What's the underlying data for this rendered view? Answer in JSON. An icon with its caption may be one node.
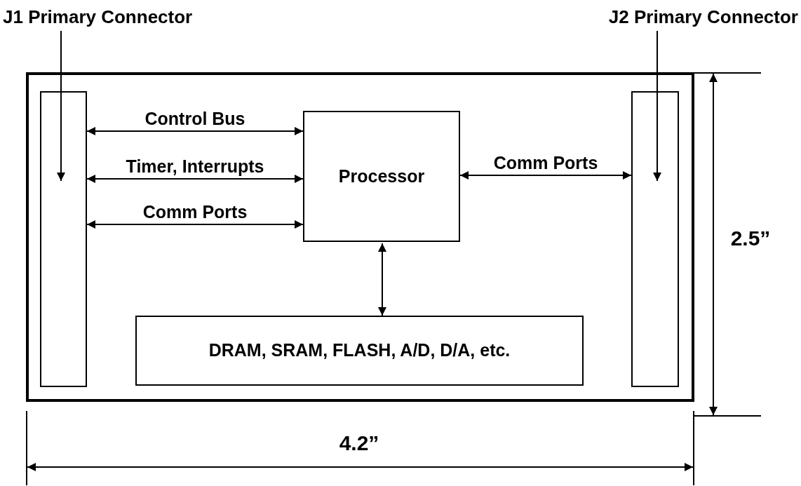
{
  "diagram": {
    "nodes": [
      {
        "text": [],
        "shape": "box"
      },
      {
        "text": [],
        "shape": "bar",
        "in": 0
      },
      {
        "text": [],
        "shape": "bar",
        "in": 0
      },
      {
        "text": [
          "Processor"
        ],
        "in": 0
      },
      {
        "text": [
          "DRAM, SRAM, FLASH, A/D, D/A, etc."
        ],
        "in": 0
      },
      {
        "text": [
          "J1 Primary Connector"
        ]
      },
      {
        "text": [
          "J2 Primary Connector"
        ]
      }
    ],
    "edges": [
      {
        "from": 5,
        "to": 1,
        "arrow": "to"
      },
      {
        "from": 6,
        "to": 2,
        "arrow": "to"
      },
      {
        "from": 1,
        "to": 3,
        "arrow": "both",
        "label": "Control Bus"
      },
      {
        "from": 1,
        "to": 3,
        "arrow": "both",
        "label": "Timer, Interrupts"
      },
      {
        "from": 1,
        "to": 3,
        "arrow": "both",
        "label": "Comm Ports"
      },
      {
        "from": 3,
        "to": 2,
        "arrow": "both",
        "label": "Comm Ports"
      },
      {
        "from": 3,
        "to": 4,
        "arrow": "both"
      }
    ],
    "labels": [
      "2.5”",
      "4.2”"
    ]
  }
}
